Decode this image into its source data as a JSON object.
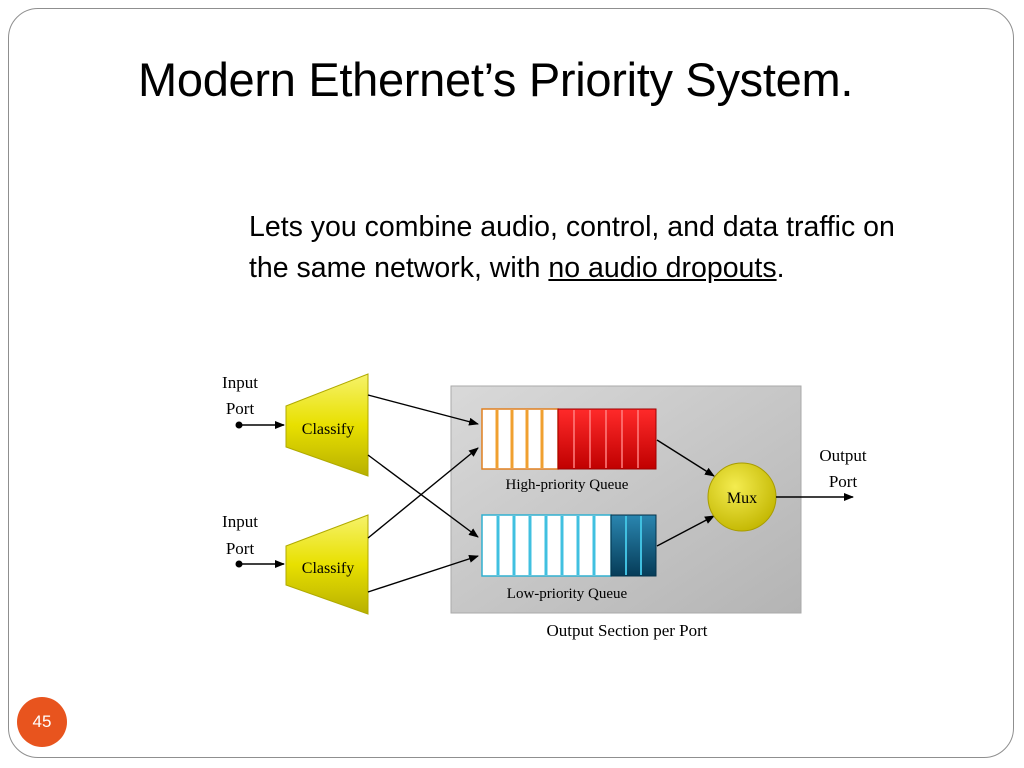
{
  "slide": {
    "title": "Modern Ethernet’s Priority System.",
    "body": {
      "part1": "Lets you combine audio, control, and data traffic on the same network, with ",
      "underlined": "no audio dropouts",
      "part2": "."
    },
    "page_number": "45"
  },
  "diagram": {
    "input_port_top": [
      "Input",
      "Port"
    ],
    "input_port_bottom": [
      "Input",
      "Port"
    ],
    "classify_top": "Classify",
    "classify_bottom": "Classify",
    "high_queue_label": "High-priority Queue",
    "low_queue_label": "Low-priority Queue",
    "mux_label": "Mux",
    "output_port": [
      "Output",
      "Port"
    ],
    "section_label": "Output Section per Port",
    "colors": {
      "high_empty_slot": "#f0a030",
      "high_filled": "#e00000",
      "low_empty_slot": "#40c0e0",
      "low_filled": "#0a5a80",
      "classify_fill": "#e8e000",
      "mux_fill": "#e0d400",
      "section_bg": "#c8c8c8",
      "accent_badge": "#e8541e"
    }
  }
}
